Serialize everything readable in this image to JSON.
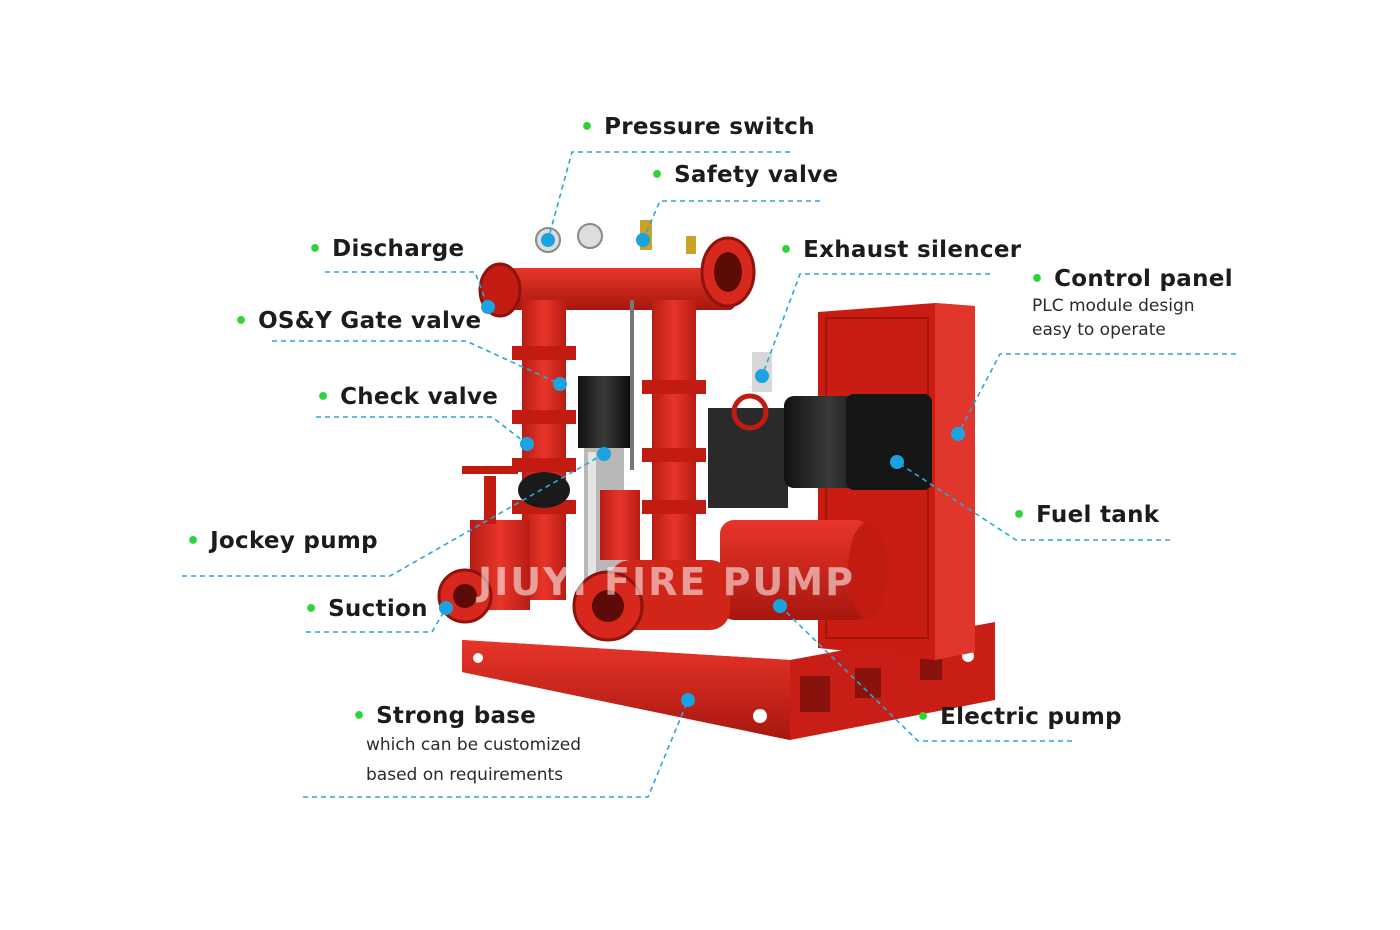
{
  "labels": {
    "pressure_switch": "Pressure switch",
    "safety_valve": "Safety valve",
    "discharge": "Discharge",
    "exhaust_silencer": "Exhaust silencer",
    "control_panel": "Control panel",
    "control_panel_sub1": "PLC module design",
    "control_panel_sub2": "easy to operate",
    "osy_gate_valve": "OS&Y Gate valve",
    "check_valve": "Check valve",
    "fuel_tank": "Fuel tank",
    "jockey_pump": "Jockey pump",
    "suction": "Suction",
    "strong_base": "Strong base",
    "strong_base_sub1": "which can be customized",
    "strong_base_sub2": "based on requirements",
    "electric_pump": "Electric pump"
  },
  "bullet": "•",
  "watermark": "JIUYI FIRE PUMP",
  "colors": {
    "bullet": "#2fd43b",
    "leader_line": "#2aa7dc",
    "marker": "#1aa3e0",
    "equipment_red": "#d9261c",
    "label_text": "#1c1c1c"
  }
}
